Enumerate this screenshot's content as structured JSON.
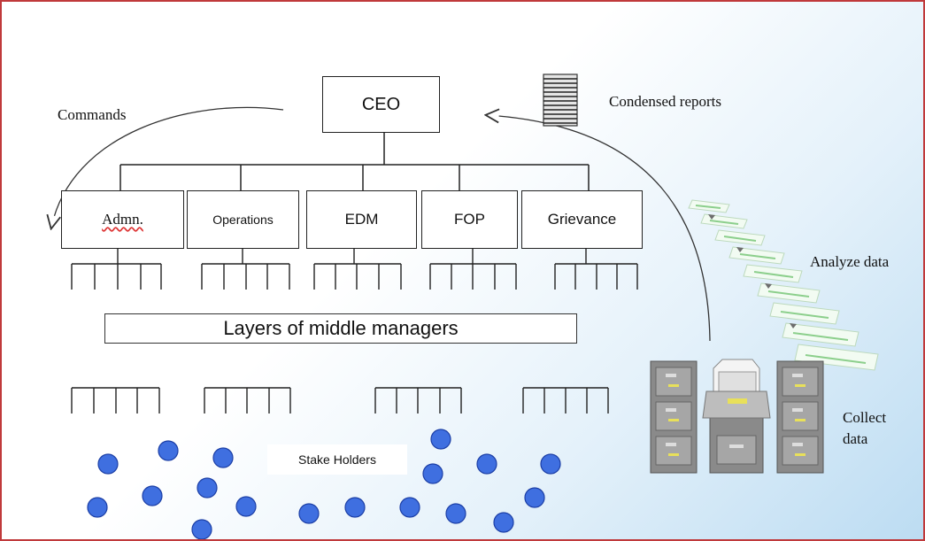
{
  "org": {
    "ceo": "CEO",
    "departments": [
      "Admn.",
      "Operations",
      "EDM",
      "FOP",
      "Grievance"
    ],
    "middle_layer": "Layers of middle managers",
    "stakeholders": "Stake Holders"
  },
  "flow": {
    "commands": "Commands",
    "condensed_reports": "Condensed reports",
    "analyze_data": "Analyze data",
    "collect_data_line1": "Collect",
    "collect_data_line2": "data"
  },
  "colors": {
    "frame_border": "#c0393b",
    "stakeholder_dot": "#3f6fe0",
    "stakeholder_dot_outline": "#1c3fa6",
    "cabinet": "#8b8b8b",
    "report_sheet_stripe": "#8ccf8c"
  }
}
